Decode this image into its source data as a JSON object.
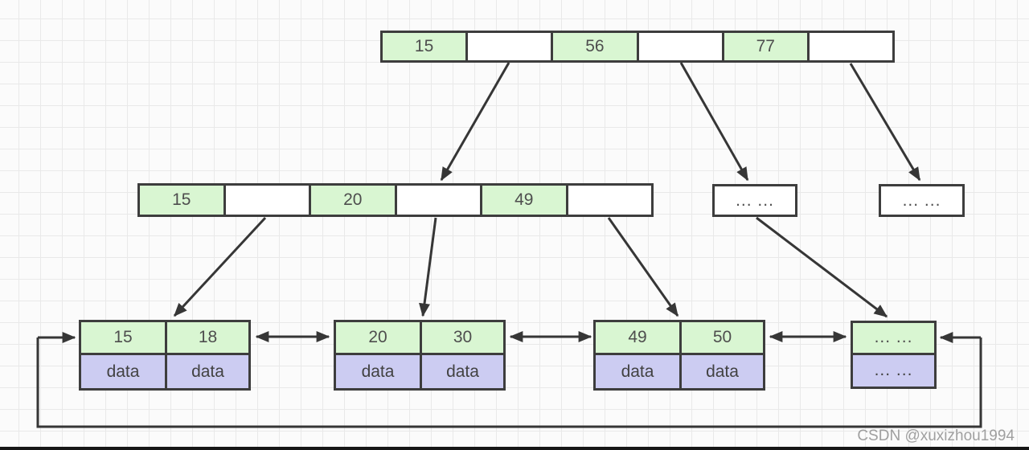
{
  "diagram": {
    "type": "b-plus-tree",
    "root_cells": [
      "15",
      "",
      "56",
      "",
      "77",
      ""
    ],
    "internal_cells": [
      "15",
      "",
      "20",
      "",
      "49",
      ""
    ],
    "overflow_nodes": [
      "... ...",
      "... ..."
    ],
    "leaves": [
      {
        "keys": [
          "15",
          "18"
        ],
        "data": [
          "data",
          "data"
        ]
      },
      {
        "keys": [
          "20",
          "30"
        ],
        "data": [
          "data",
          "data"
        ]
      },
      {
        "keys": [
          "49",
          "50"
        ],
        "data": [
          "data",
          "data"
        ]
      },
      {
        "keys": [
          "... ..."
        ],
        "data": [
          "... ..."
        ]
      }
    ]
  },
  "colors": {
    "key_fill": "#d9f6d2",
    "data_fill": "#ccccf2",
    "border": "#3d3d3d",
    "line": "#363636",
    "grid": "#e9e9e9",
    "background": "#fbfbfb",
    "watermark_text": "#969696"
  },
  "watermark": "CSDN @xuxizhou1994"
}
